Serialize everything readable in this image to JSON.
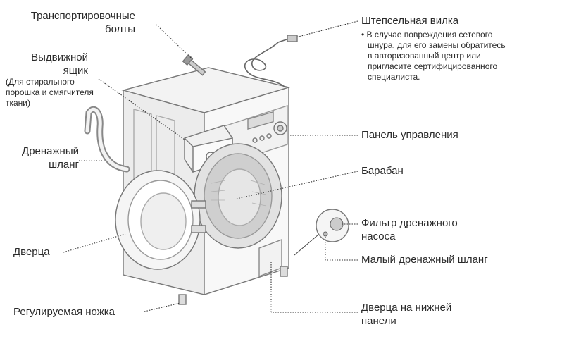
{
  "labels": {
    "transport_bolts": [
      "Транспортировочные",
      "болты"
    ],
    "drawer": [
      "Выдвижной",
      "ящик"
    ],
    "drawer_sub": [
      "(Для стирального",
      "порошка и смягчителя",
      "ткани)"
    ],
    "drain_hose": [
      "Дренажный",
      "шланг"
    ],
    "door": "Дверца",
    "adjustable_foot": "Регулируемая ножка",
    "plug": "Штепсельная вилка",
    "plug_note": [
      "• В случае повреждения сетевого",
      "шнура, для его замены обратитесь",
      "в авторизованный центр или",
      "пригласите сертифицированного",
      "специалиста."
    ],
    "control_panel": "Панель управления",
    "drum": "Барабан",
    "pump_filter": [
      "Фильтр дренажного",
      "насоса"
    ],
    "small_drain_hose": "Малый дренажный шланг",
    "lower_panel_door": [
      "Дверца на нижней",
      "панели"
    ]
  }
}
